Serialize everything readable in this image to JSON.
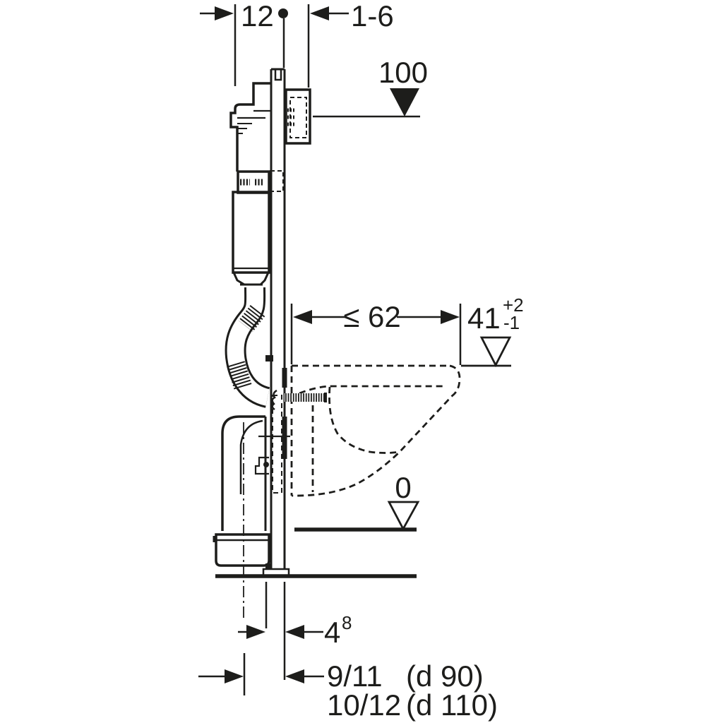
{
  "page": {
    "background": "#ffffff",
    "line_color": "#1d1d1b",
    "type": "technical-installation-diagram"
  },
  "drawing": {
    "levels": {
      "actuator": "100",
      "pan_top": "41",
      "pan_top_plus": "+2",
      "pan_top_minus": "-1",
      "floor": "0"
    },
    "dimensions": {
      "frame_depth": "12",
      "wall_finish": "1-6",
      "pan_depth_max": "≤ 62",
      "rail_offset": "4",
      "rail_offset_sup": "8",
      "drain_d90": "9/11",
      "drain_d90_pipe": "(d 90)",
      "drain_d110": "10/12",
      "drain_d110_pipe": "(d 110)"
    }
  }
}
